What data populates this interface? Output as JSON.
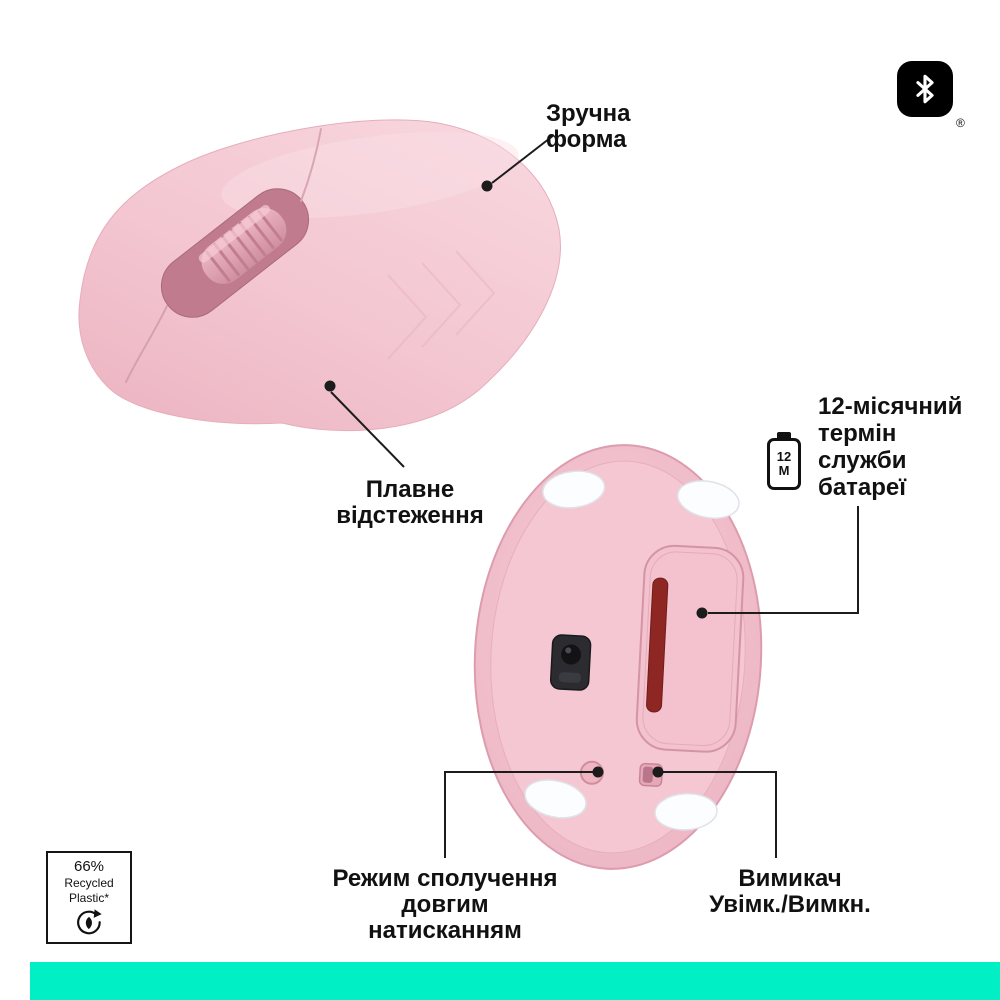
{
  "colors": {
    "accent_bar": "#00efc5",
    "mouse_pink": "#f4c7d2",
    "battery_slot_red": "#8e2723",
    "callout_line": "#1c1c1c"
  },
  "bluetooth_badge": {
    "registered": "®"
  },
  "callout_comfort": {
    "line1": "Зручна",
    "line2": "форма"
  },
  "callout_tracking": {
    "line1": "Плавне",
    "line2": "відстеження"
  },
  "callout_battery": {
    "line1": "12-місячний",
    "line2": "термін",
    "line3": "служби",
    "line4": "батареї",
    "icon_value": "12",
    "icon_unit": "М"
  },
  "callout_pairing": {
    "line1": "Режим сполучення",
    "line2": "довгим",
    "line3": "натисканням"
  },
  "callout_power": {
    "line1": "Вимикач",
    "line2": "Увімк./Вимкн."
  },
  "recycle_badge": {
    "percent": "66%",
    "line1": "Recycled",
    "line2": "Plastic*"
  }
}
